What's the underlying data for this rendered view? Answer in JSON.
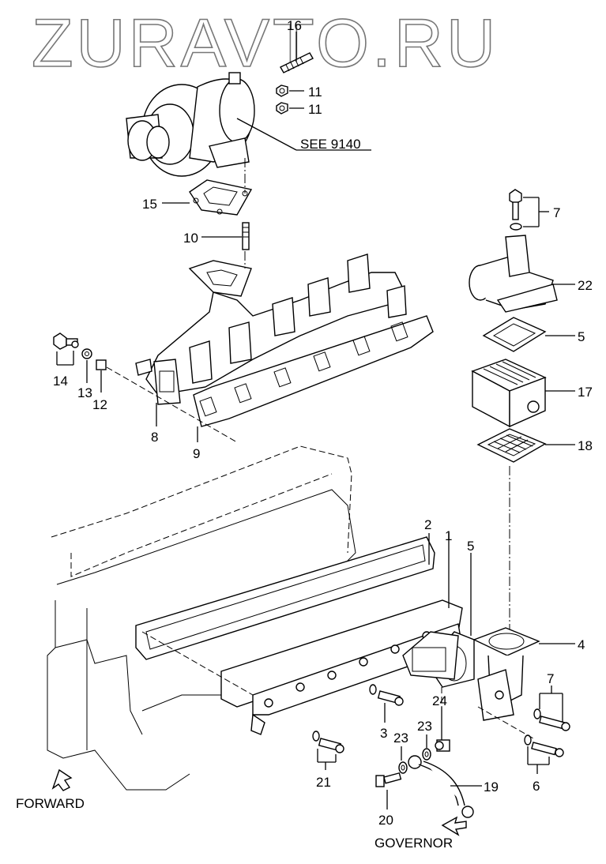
{
  "watermark": "ZURAVTO.RU",
  "callouts": {
    "c16": "16",
    "c11a": "11",
    "c11b": "11",
    "see": "SEE 9140",
    "c15": "15",
    "c10": "10",
    "c7a": "7",
    "c22": "22",
    "c5a": "5",
    "c17": "17",
    "c18": "18",
    "c14": "14",
    "c13": "13",
    "c12": "12",
    "c8": "8",
    "c9": "9",
    "c2": "2",
    "c1": "1",
    "c5b": "5",
    "c4": "4",
    "c7b": "7",
    "c24": "24",
    "c23a": "23",
    "c23b": "23",
    "c3": "3",
    "c21": "21",
    "c6": "6",
    "c19": "19",
    "c20": "20"
  },
  "directions": {
    "forward": "FORWARD",
    "governor": "GOVERNOR"
  }
}
